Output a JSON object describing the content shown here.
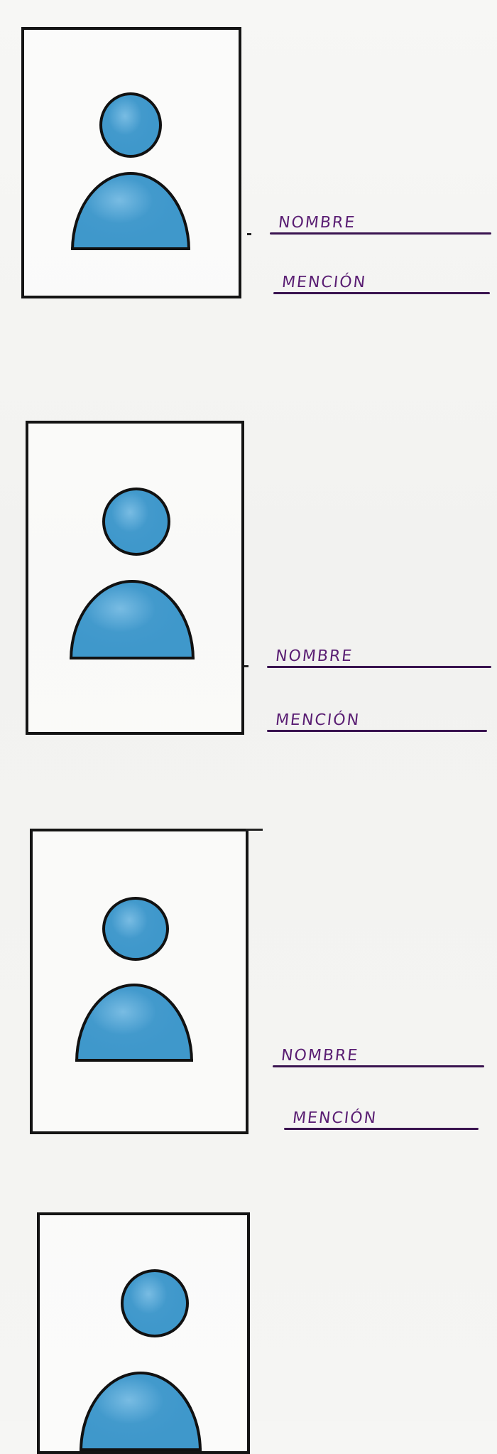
{
  "cards": [
    {
      "name_label": "NOMBRE",
      "mention_label": "MENCIÓN"
    },
    {
      "name_label": "NOMBRE",
      "mention_label": "MENCIÓN"
    },
    {
      "name_label": "NOMBRE",
      "mention_label": "MENCIÓN"
    },
    {
      "name_label": "",
      "mention_label": ""
    }
  ],
  "colors": {
    "frame": "#141414",
    "figure_fill": "#3f98cb",
    "label_ink": "#5a1e73"
  },
  "icons": [
    "person-placeholder-icon"
  ]
}
